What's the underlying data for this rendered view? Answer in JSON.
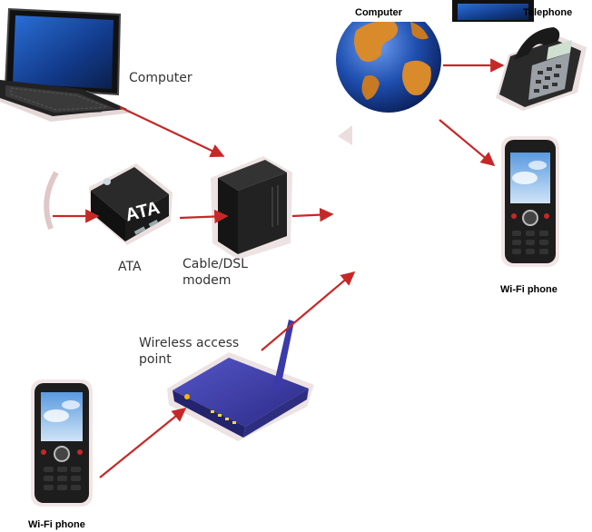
{
  "labels": {
    "computer_left": "Computer",
    "ata_device": "ATA",
    "ata_label": "ATA",
    "modem_line1": "Cable/DSL",
    "modem_line2": "modem",
    "wap_line1": "Wireless access",
    "wap_line2": "point",
    "computer_top": "Computer",
    "telephone_top": "Telephone",
    "wifi_phone_right": "Wi-Fi phone",
    "wifi_phone_bottom": "Wi-Fi phone"
  },
  "colors": {
    "arrow": "#c62828",
    "arrow_glow": "#f4b8b8",
    "router_blue": "#3a3aa8",
    "globe_ocean": "#1f4fb0",
    "globe_land": "#d98a2b"
  }
}
